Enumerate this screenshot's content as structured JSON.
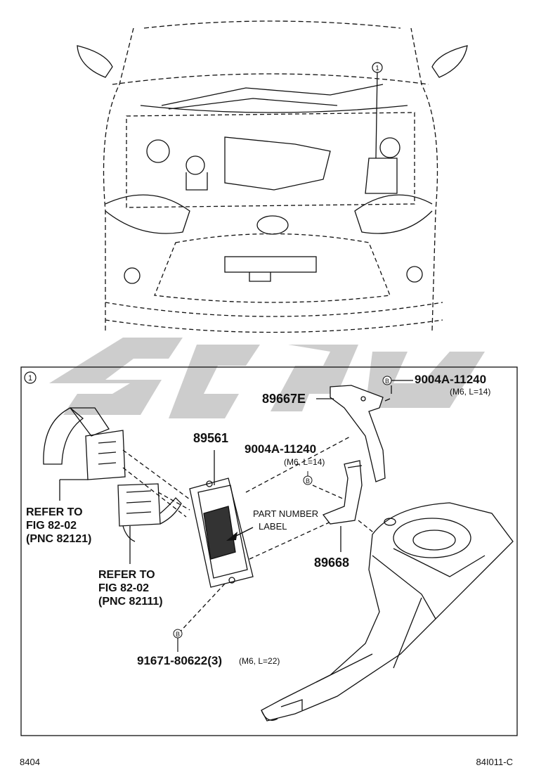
{
  "detail_marker": "1",
  "bolt_marker": "B",
  "parts": {
    "bolt_top": {
      "number": "9004A-11240",
      "spec": "(M6, L=14)"
    },
    "bracket_upper": {
      "number": "89667E"
    },
    "ecu": {
      "number": "89561"
    },
    "bolt_mid": {
      "number": "9004A-11240",
      "spec": "(M6, L=14)"
    },
    "bracket_lower": {
      "number": "89668"
    },
    "bolt_bottom": {
      "number": "91671-80622(3)",
      "spec": "(M6, L=22)"
    }
  },
  "notes": {
    "part_number_label": [
      "PART NUMBER",
      "LABEL"
    ],
    "refer_1": [
      "REFER TO",
      "FIG 82-02",
      "(PNC 82121)"
    ],
    "refer_2": [
      "REFER TO",
      "FIG 82-02",
      "(PNC 82111)"
    ]
  },
  "footer": {
    "left": "8404",
    "right": "84I011-C"
  },
  "colors": {
    "line": "#111111",
    "watermark": "#c8c8c8"
  }
}
